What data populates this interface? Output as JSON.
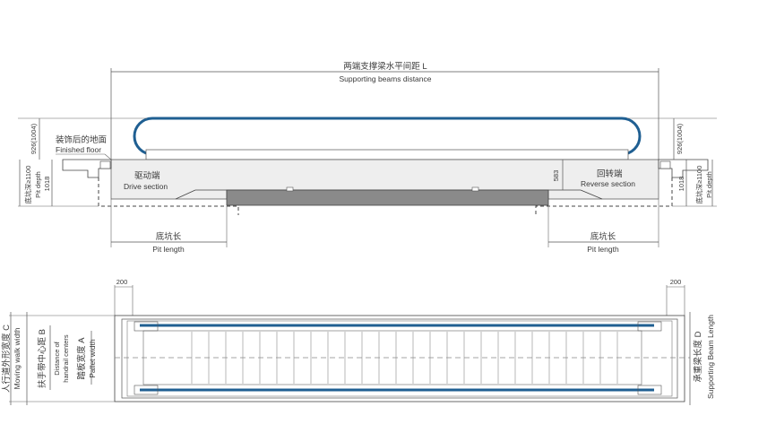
{
  "top_view": {
    "span_cn": "两端支撑梁水平间距 L",
    "span_en": "Supporting beams distance",
    "finished_floor_cn": "装饰后的地面",
    "finished_floor_en": "Finished floor",
    "drive_cn": "驱动端",
    "drive_en": "Drive section",
    "reverse_cn": "回转端",
    "reverse_en": "Reverse section",
    "pit_length_cn": "底坑长",
    "pit_length_en": "Pit length",
    "dim_583": "583",
    "dim_1018": "1018",
    "dim_926": "926(1004)",
    "pit_depth_cn": "底坑深≥1100",
    "pit_depth_en": "Pit depth"
  },
  "bottom_view": {
    "dim_200": "200",
    "width_c_cn": "人行道外形宽度 C",
    "width_c_en": "Moving walk width",
    "width_b_cn": "扶手带中心距 B",
    "width_b_en1": "Distance of",
    "width_b_en2": "handrail centers",
    "width_a_cn": "踏板宽度 A",
    "width_a_en": "Pallet width",
    "length_d_cn": "承重梁长度 D",
    "length_d_en": "Supporting Beam Length"
  },
  "colors": {
    "handrail": "#1f5f92",
    "body_fill": "#eeeeee",
    "truss_fill": "#8a8a8a"
  }
}
